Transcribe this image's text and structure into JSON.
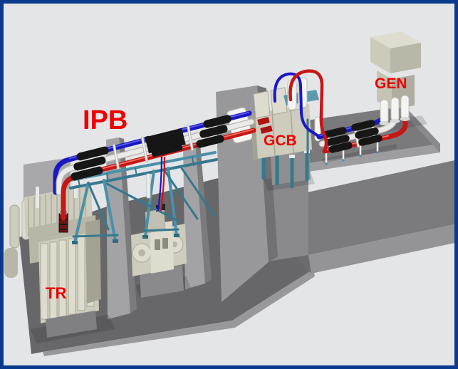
{
  "diagram": {
    "labels": {
      "ipb": "IPB",
      "tr": "TR",
      "gcb": "GCB",
      "gen": "GEN"
    },
    "colors": {
      "frame_border": "#0a3a8e",
      "background": "#e4e5e7",
      "label_text": "#ee0000",
      "busbar_blue": "#1a18c4",
      "busbar_red": "#c61717",
      "busbar_white": "#eceae8",
      "joint_black": "#161616",
      "support_steel": "#4a90a8",
      "platform_gray": "#7a7a7d",
      "equipment_beige": "#cdccbd"
    }
  }
}
